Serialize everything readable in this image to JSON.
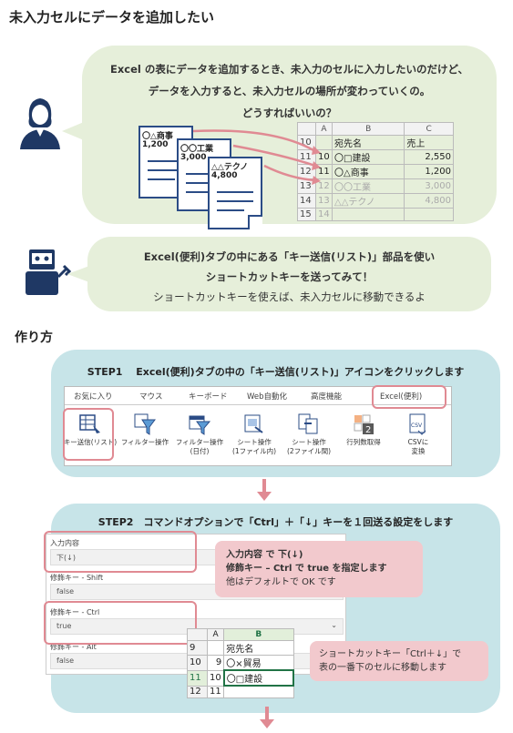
{
  "page_title": "未入力セルにデータを追加したい",
  "question": {
    "line1": "Excel の表にデータを追加するとき、未入力のセルに入力したいのだけど、",
    "line2": "データを入力すると、未入力セルの場所が変わっていくの。",
    "line3": "どうすればいいの？"
  },
  "docs": [
    {
      "name": "〇△商事",
      "value": "1,200"
    },
    {
      "name": "〇〇工業",
      "value": "3,000"
    },
    {
      "name": "△△テクノ",
      "value": "4,800"
    }
  ],
  "sheet": {
    "cols": [
      "A",
      "B",
      "C"
    ],
    "header_row": {
      "num": "10",
      "name": "宛先名",
      "sales": "売上"
    },
    "rows": [
      {
        "num": "11",
        "a": "10",
        "name": "〇□建設",
        "sales": "2,550"
      },
      {
        "num": "12",
        "a": "11",
        "name": "〇△商事",
        "sales": "1,200"
      },
      {
        "num": "13",
        "a": "12",
        "name": "〇〇工業",
        "sales": "3,000"
      },
      {
        "num": "14",
        "a": "13",
        "name": "△△テクノ",
        "sales": "4,800"
      },
      {
        "num": "15",
        "a": "14",
        "name": "",
        "sales": ""
      }
    ]
  },
  "answer": {
    "line1": "Excel(便利)タブの中にある「キー送信(リスト)」部品を使い",
    "line2": "ショートカットキーを送ってみて！",
    "line3": "ショートカットキーを使えば、未入力セルに移動できるよ"
  },
  "section_title": "作り方",
  "step1": {
    "label": "STEP1　 Excel(便利)タブの中の「キー送信(リスト)」アイコンをクリックします",
    "tabs": [
      "お気に入り",
      "マウス",
      "キーボード",
      "Web自動化",
      "高度機能",
      "Excel(便利)"
    ],
    "buttons": [
      {
        "label1": "キー送信(リスト)",
        "label2": "",
        "icon": "key-list-icon"
      },
      {
        "label1": "フィルター操作",
        "label2": "",
        "icon": "filter-icon"
      },
      {
        "label1": "フィルター操作",
        "label2": "(日付)",
        "icon": "filter-date-icon"
      },
      {
        "label1": "シート操作",
        "label2": "(1ファイル内)",
        "icon": "sheet-icon"
      },
      {
        "label1": "シート操作",
        "label2": "(2ファイル間)",
        "icon": "sheet-two-files-icon"
      },
      {
        "label1": "行列数取得",
        "label2": "",
        "icon": "row-col-count-icon"
      },
      {
        "label1": "CSVに",
        "label2": "変換",
        "icon": "csv-convert-icon"
      }
    ]
  },
  "step2": {
    "label": "STEP2　コマンドオプションで「Ctrl」＋「↓」キーを１回送る設定をします",
    "fields": [
      {
        "label": "入力内容",
        "value": "下(↓)"
      },
      {
        "label": "修飾キー - Shift",
        "value": "false"
      },
      {
        "label": "修飾キー - Ctrl",
        "value": "true"
      },
      {
        "label": "修飾キー - Alt",
        "value": "false"
      }
    ],
    "note1_a": "入力内容 で 下(↓)",
    "note1_b": "修飾キー – Ctrl で true を指定します",
    "note1_c": "他はデフォルトで OK です",
    "note2_a": "ショートカットキー「Ctrl＋↓」で",
    "note2_b": "表の一番下のセルに移動します",
    "sheet2": {
      "cols": [
        "A",
        "B"
      ],
      "rows": [
        {
          "num": "9",
          "a": "",
          "b": "宛先名"
        },
        {
          "num": "10",
          "a": "9",
          "b": "〇×貿易"
        },
        {
          "num": "11",
          "a": "10",
          "b": "〇□建設"
        },
        {
          "num": "12",
          "a": "11",
          "b": ""
        }
      ]
    }
  },
  "colors": {
    "bubble": "#e6efda",
    "panel": "#c7e4e8",
    "accent": "#e08a93",
    "navy": "#1f3864"
  }
}
